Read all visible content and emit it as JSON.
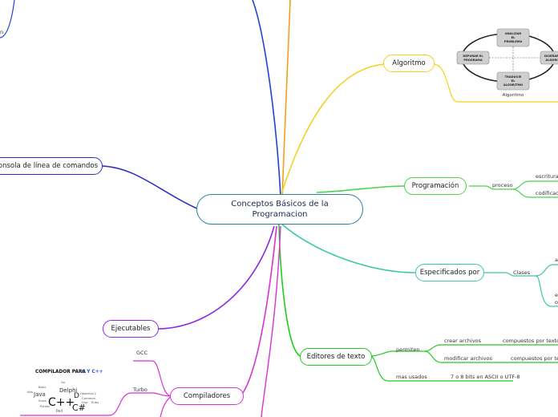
{
  "central": {
    "line1": "Conceptos Básicos de la",
    "line2": "Programacion"
  },
  "branches": {
    "algoritmo": {
      "label": "Algoritmo",
      "color": "#f5d020"
    },
    "programacion": {
      "label": "Programación",
      "color": "#4cd24c",
      "proceso": "proceso",
      "escritura": "escritura",
      "codificacion": "codificacio"
    },
    "especificados": {
      "label": "Especificados por",
      "color": "#3cc8a8",
      "clases": "Clases",
      "right_a": "a",
      "right_e": "e",
      "right_o": "o"
    },
    "editores": {
      "label": "Editores de texto",
      "color": "#22cc22",
      "permiten": "permiten",
      "crear": "crear archivos",
      "modificar": "modificar archivos",
      "compuestos1": "compuestos por texto si",
      "compuestos2": "compuestos por text",
      "masusados": "mas usados",
      "ascii": "7 o 8 bits en ASCII o UTF-8"
    },
    "compiladores": {
      "label": "Compiladores",
      "color": "#d633d6",
      "gcc": "GCC",
      "turbo": "Turbo"
    },
    "ejecutables": {
      "label": "Ejecutables",
      "color": "#8a2be2"
    },
    "consola": {
      "label": "Consola de línea de comandos",
      "color": "#3030c0"
    },
    "top_left_label": "n"
  },
  "algorithm_diagram": {
    "analizar": "ANALIZAR\nEL\nPROBLEMA",
    "depurar": "DEPURAR EL\nPROGRAMA",
    "disenar": "DISEÑAR\nALGORI",
    "traducir": "TRADUCIR\nEL\nALGORITMO",
    "caption": "Algoritmo"
  },
  "compiler_image": {
    "title_a": "COMPILADOR PARA ",
    "title_b": "C Y C++",
    "words": [
      "Delphi",
      "Java",
      "C++",
      "C#",
      "D",
      "Objective-C",
      "Common",
      "Lisp",
      "Ruby",
      "Perl",
      "Python",
      "Scala",
      "Ada",
      "Basic",
      "Go"
    ]
  }
}
